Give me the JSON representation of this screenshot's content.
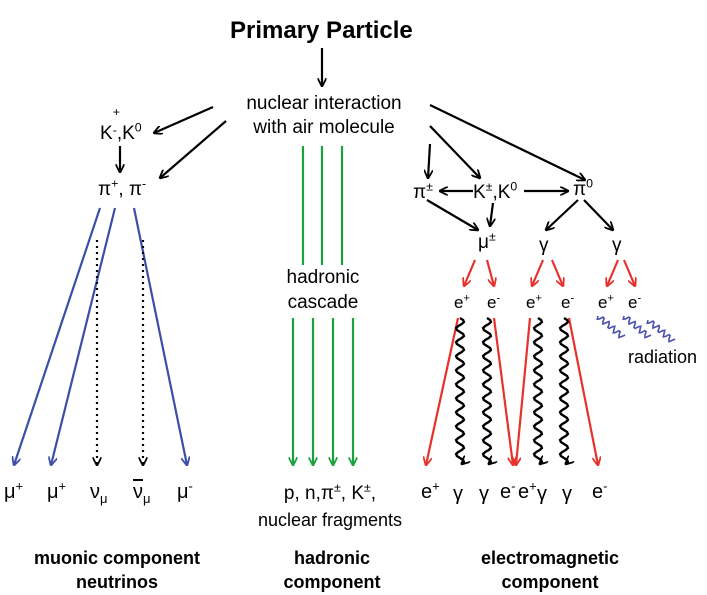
{
  "title": "Primary Particle",
  "nodes": {
    "interaction_line1": "nuclear interaction",
    "interaction_line2": "with air molecule",
    "kaons_left": "K",
    "kaons_left_sup1": "+",
    "kaons_left_sup2": "-",
    "kaons_left_rest": ",K",
    "kaons_left_sup3": "0",
    "pions_left": "π",
    "pions_left_sup1": "+",
    "pions_left_mid": ", π",
    "pions_left_sup2": "-",
    "hadronic_line1": "hadronic",
    "hadronic_line2": "cascade",
    "pion_right": "π",
    "pion_right_sup": "±",
    "kaons_right": "K",
    "kaons_right_sup1": "±",
    "kaons_right_rest": ",K",
    "kaons_right_sup2": "0",
    "pi0": "π",
    "pi0_sup": "0",
    "muon": "μ",
    "muon_sup": "±",
    "gamma_1": "γ",
    "gamma_2": "γ",
    "radiation": "radiation"
  },
  "pairs": [
    {
      "base": "e",
      "sup": "+"
    },
    {
      "base": "e",
      "sup": "-"
    },
    {
      "base": "e",
      "sup": "+"
    },
    {
      "base": "e",
      "sup": "-"
    },
    {
      "base": "e",
      "sup": "+"
    },
    {
      "base": "e",
      "sup": "-"
    }
  ],
  "muonic_products": [
    {
      "base": "μ",
      "sup": "+"
    },
    {
      "base": "μ",
      "sup": "+"
    },
    {
      "base": "ν",
      "sub": "μ"
    },
    {
      "base": "ν",
      "sub": "μ",
      "bar": true
    },
    {
      "base": "μ",
      "sup": "-"
    }
  ],
  "hadronic_products": {
    "line1_a": "p, n,π",
    "line1_a_sup": "±",
    "line1_b": ", K",
    "line1_b_sup": "±",
    "line1_c": ",",
    "line2": "nuclear fragments"
  },
  "em_products": [
    {
      "base": "e",
      "sup": "+"
    },
    {
      "base": "γ"
    },
    {
      "base": "γ"
    },
    {
      "base": "e",
      "sup": "-"
    },
    {
      "base": "e",
      "sup": "+"
    },
    {
      "base": "γ"
    },
    {
      "base": "γ"
    },
    {
      "base": "e",
      "sup": "-"
    }
  ],
  "components": {
    "muonic_line1": "muonic component",
    "muonic_line2": "neutrinos",
    "hadronic_line1": "hadronic",
    "hadronic_line2": "component",
    "em_line1": "electromagnetic",
    "em_line2": "component"
  },
  "colors": {
    "black_arrow": "#000000",
    "muonic_arrow": "#3c4fa8",
    "hadronic_arrow": "#19a23c",
    "em_arrow": "#e8312c",
    "radiation_wave": "#4a4fae"
  }
}
